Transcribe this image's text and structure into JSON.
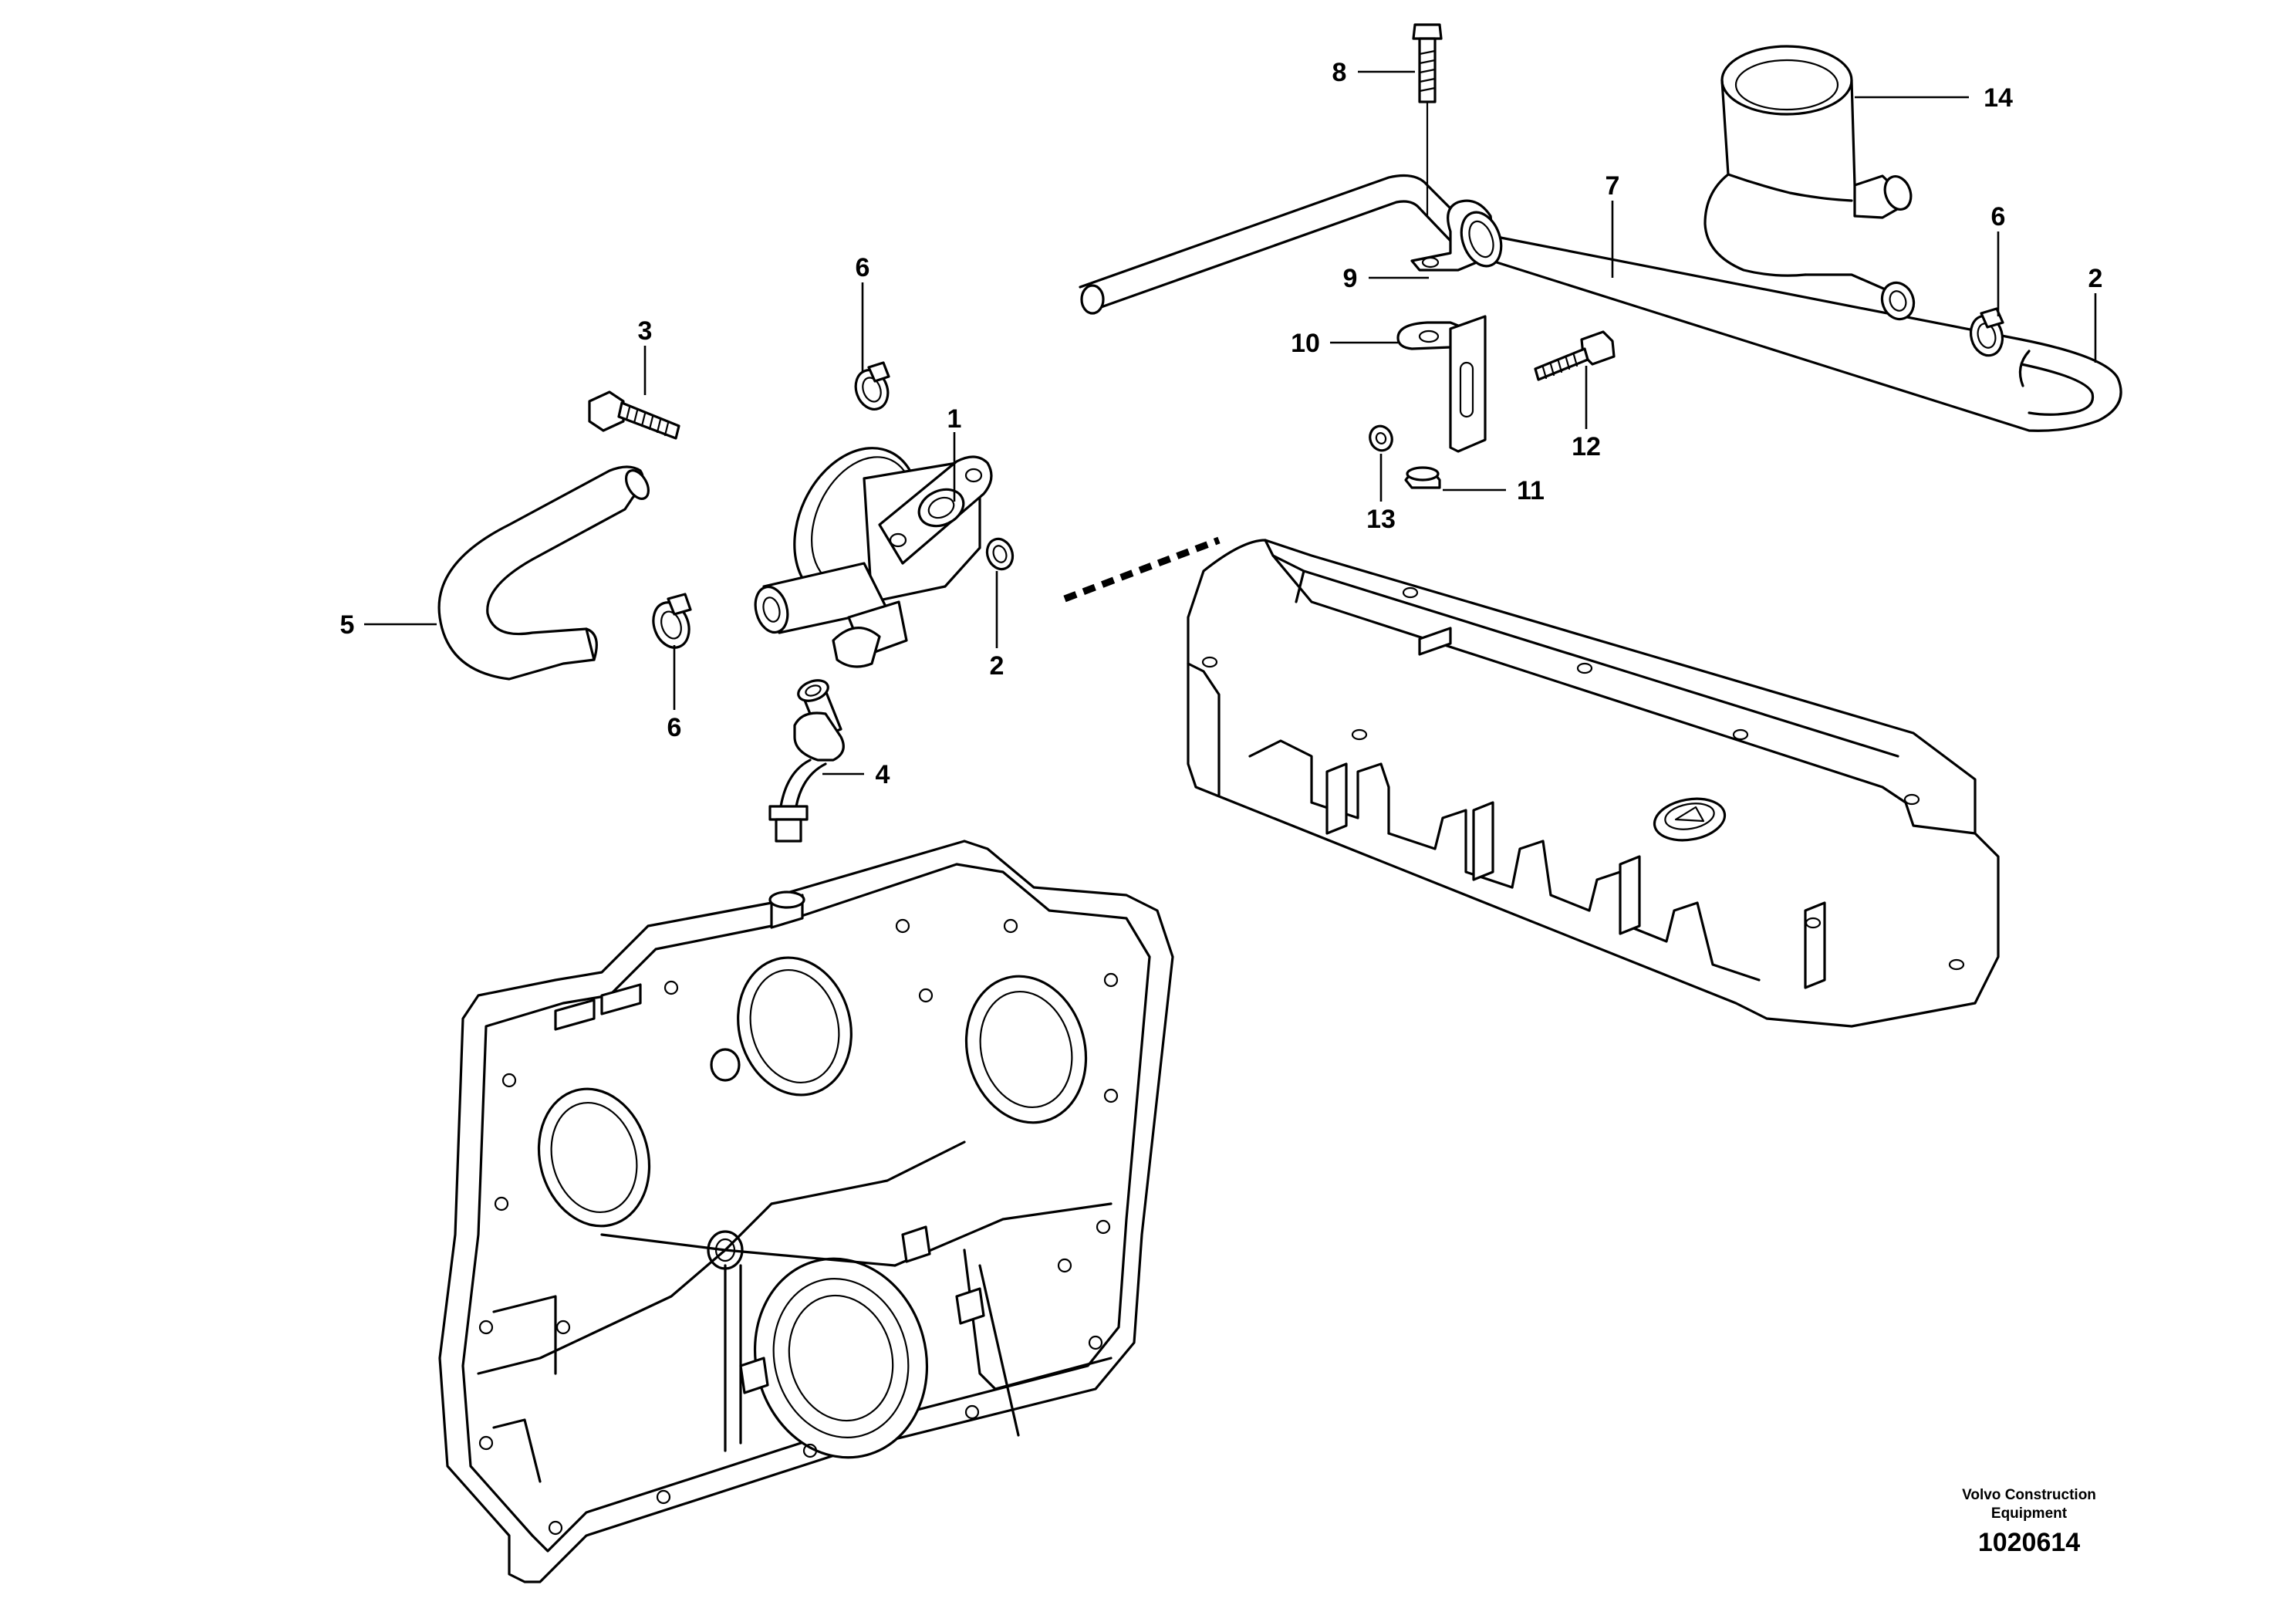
{
  "callouts": {
    "c1": "1",
    "c2a": "2",
    "c2b": "2",
    "c3": "3",
    "c4": "4",
    "c5": "5",
    "c6a": "6",
    "c6b": "6",
    "c6c": "6",
    "c7": "7",
    "c8": "8",
    "c9": "9",
    "c10": "10",
    "c11": "11",
    "c12": "12",
    "c13": "13",
    "c14": "14"
  },
  "footer": {
    "company_line1": "Volvo Construction",
    "company_line2": "Equipment",
    "drawing_number": "1020614"
  }
}
